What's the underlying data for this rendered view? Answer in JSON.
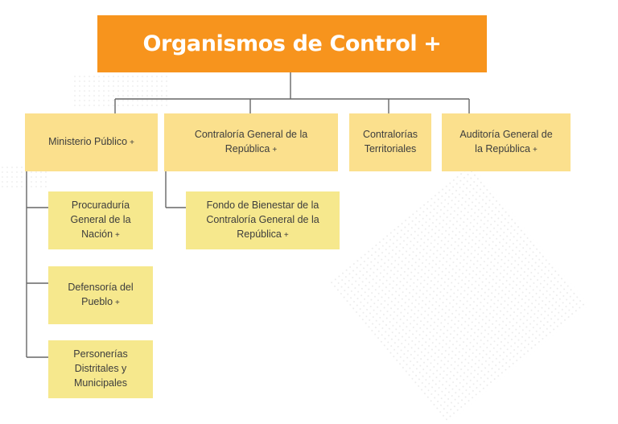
{
  "title": {
    "label": "Organismos de Control",
    "plus": "+"
  },
  "nodes": {
    "ministerio": {
      "lines": [
        "Ministerio Público"
      ],
      "plus": "+"
    },
    "contraloria": {
      "lines": [
        "Contraloría General de la",
        "República"
      ],
      "plus": "+"
    },
    "territoriales": {
      "lines": [
        "Contralorías",
        "Territoriales"
      ],
      "plus": ""
    },
    "auditoria": {
      "lines": [
        "Auditoría General de",
        "la República"
      ],
      "plus": "+"
    },
    "procuraduria": {
      "lines": [
        "Procuraduría",
        "General de la",
        "Nación"
      ],
      "plus": "+"
    },
    "fondo": {
      "lines": [
        "Fondo de Bienestar de la",
        "Contraloría General de la",
        "República"
      ],
      "plus": "+"
    },
    "defensoria": {
      "lines": [
        "Defensoría del",
        "Pueblo"
      ],
      "plus": "+"
    },
    "personerias": {
      "lines": [
        "Personerías",
        "Distritales y",
        "Municipales"
      ],
      "plus": ""
    }
  },
  "colors": {
    "title_bg": "#f7941d",
    "main_node_bg": "#fbe08d",
    "sub_node_bg": "#f6e88d",
    "connector": "#666666",
    "node_text": "#3d3d3d"
  }
}
